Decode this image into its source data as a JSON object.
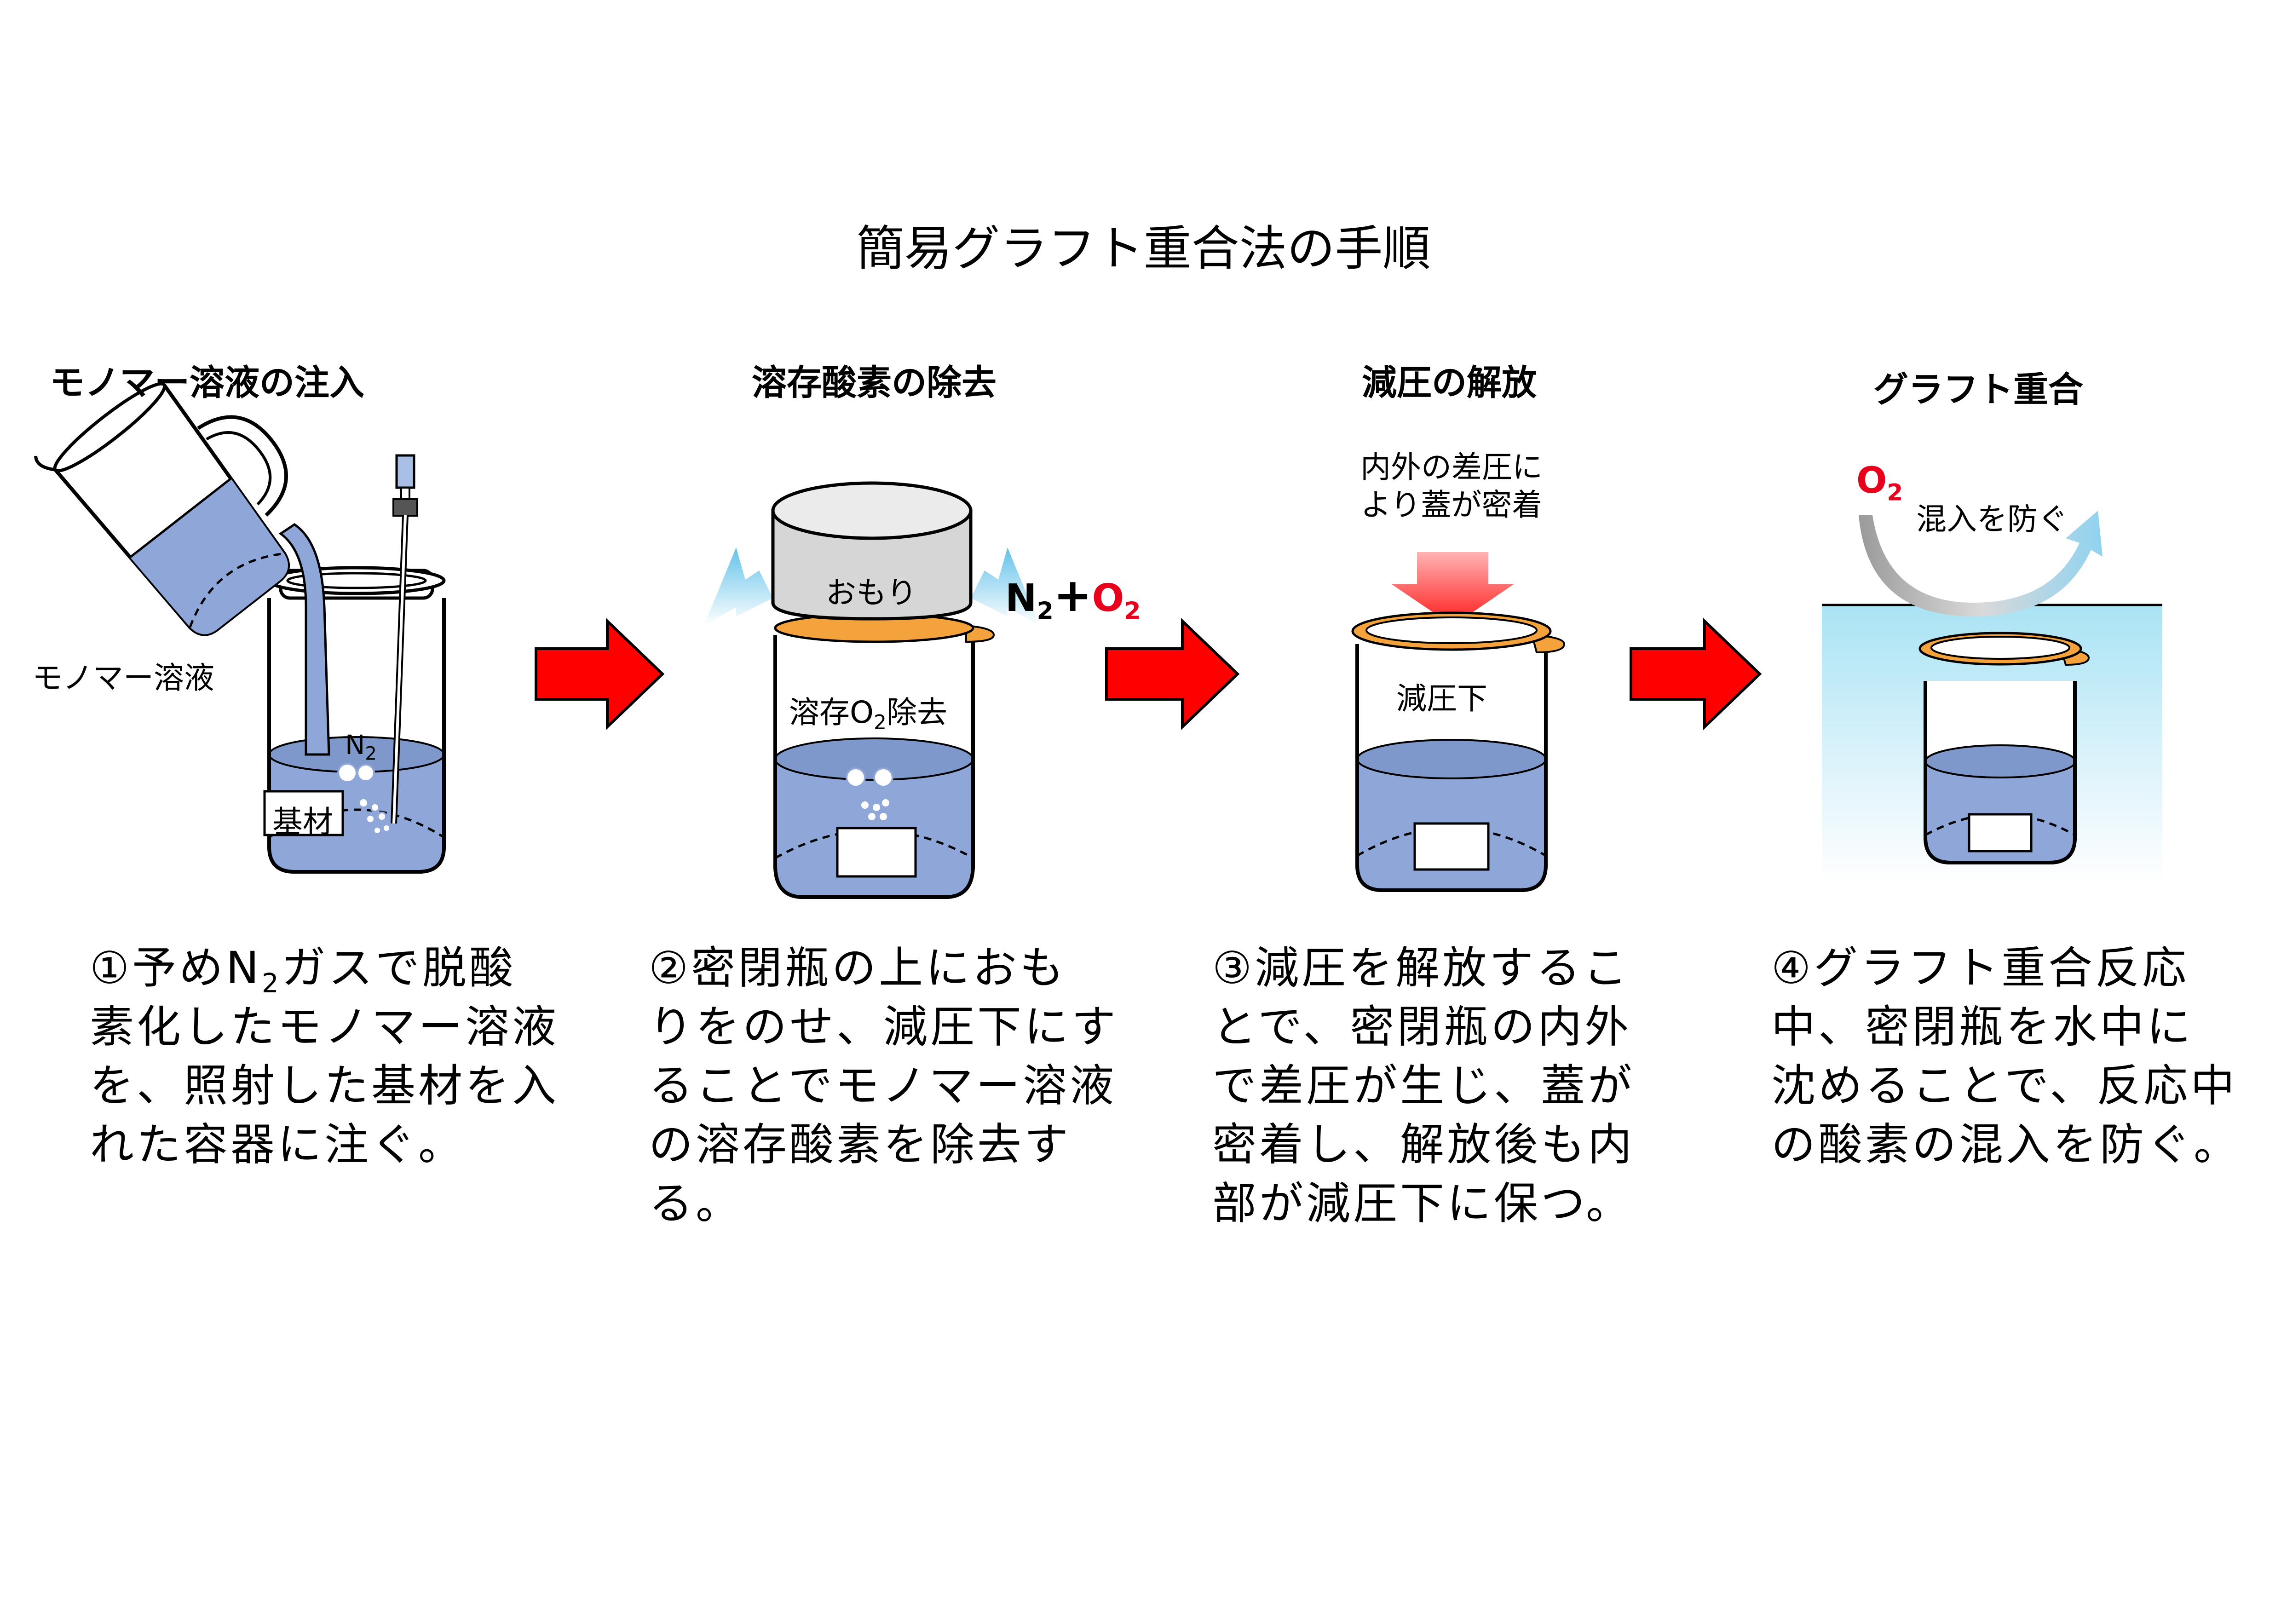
{
  "title": "簡易グラフト重合法の手順",
  "steps": [
    {
      "heading": "モノマー溶液の注入",
      "labels": {
        "monomer": "モノマー溶液",
        "n2": "N",
        "n2_sub": "2",
        "substrate": "基材"
      },
      "desc_lines": [
        [
          "①予めN",
          "2",
          "ガスで脱酸"
        ],
        [
          "素化したモノマー溶液"
        ],
        [
          "を、照射した基材を入"
        ],
        [
          "れた容器に注ぐ。"
        ]
      ]
    },
    {
      "heading": "溶存酸素の除去",
      "labels": {
        "weight": "おもり",
        "gas_n": "N",
        "gas_n_sub": "2",
        "gas_plus": "+",
        "gas_o": "O",
        "gas_o_sub": "2",
        "removal_pre": "溶存O",
        "removal_sub": "2",
        "removal_post": "除去"
      },
      "desc_lines": [
        [
          "②密閉瓶の上におも"
        ],
        [
          "りをのせ、減圧下にす"
        ],
        [
          "ることでモノマー溶液"
        ],
        [
          "の溶存酸素を除去す"
        ],
        [
          "る。"
        ]
      ]
    },
    {
      "heading": "減圧の解放",
      "labels": {
        "note_line1": "内外の差圧に",
        "note_line2": "より蓋が密着",
        "reduced": "減圧下"
      },
      "desc_lines": [
        [
          "③減圧を解放するこ"
        ],
        [
          "とで、密閉瓶の内外"
        ],
        [
          "で差圧が生じ、蓋が"
        ],
        [
          "密着し、解放後も内"
        ],
        [
          "部が減圧下に保つ。"
        ]
      ]
    },
    {
      "heading": "グラフト重合",
      "labels": {
        "o2": "O",
        "o2_sub": "2",
        "prevent": "混入を防ぐ"
      },
      "desc_lines": [
        [
          "④グラフト重合反応"
        ],
        [
          "中、密閉瓶を水中に"
        ],
        [
          "沈めることで、反応中"
        ],
        [
          "の酸素の混入を防ぐ。"
        ]
      ]
    }
  ],
  "colors": {
    "liquid": "#8ea7d8",
    "liquid_dark": "#7f98cc",
    "arrow_red": "#ff0000",
    "lid_orange": "#f4a23c",
    "weight_gray": "#d6d6d6",
    "water_top": "#aee6f5",
    "o2_red": "#e8001c",
    "vent_blue": "#8fd3f0"
  },
  "icons": [
    "beaker-icon",
    "jar-icon",
    "needle-icon",
    "weight-icon",
    "lid-icon",
    "down-arrow-icon",
    "curved-arrow-icon",
    "step-arrow-icon"
  ]
}
